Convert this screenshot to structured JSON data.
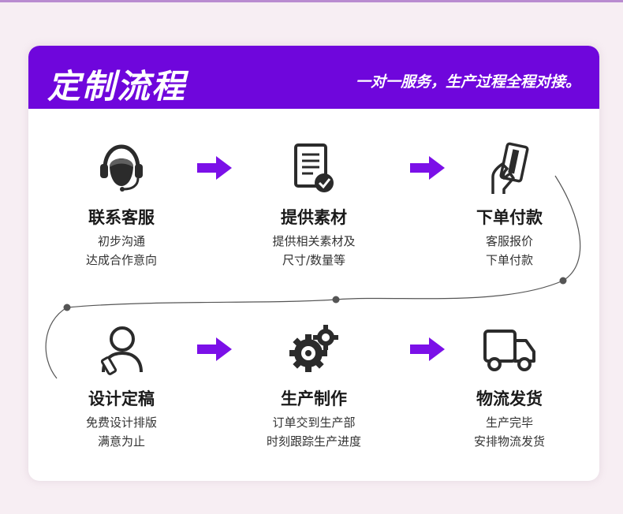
{
  "header": {
    "title": "定制流程",
    "subtitle": "一对一服务，生产过程全程对接。"
  },
  "colors": {
    "accent": "#6f06dc",
    "arrow": "#7b10e8",
    "background": "#f7eef3"
  },
  "steps": [
    {
      "icon": "headset-icon",
      "title": "联系客服",
      "lines": [
        "初步沟通",
        "达成合作意向"
      ]
    },
    {
      "icon": "document-check-icon",
      "title": "提供素材",
      "lines": [
        "提供相关素材及",
        "尺寸/数量等"
      ]
    },
    {
      "icon": "hand-card-icon",
      "title": "下单付款",
      "lines": [
        "客服报价",
        "下单付款"
      ]
    },
    {
      "icon": "designer-icon",
      "title": "设计定稿",
      "lines": [
        "免费设计排版",
        "满意为止"
      ]
    },
    {
      "icon": "gears-icon",
      "title": "生产制作",
      "lines": [
        "订单交到生产部",
        "时刻跟踪生产进度"
      ]
    },
    {
      "icon": "truck-icon",
      "title": "物流发货",
      "lines": [
        "生产完毕",
        "安排物流发货"
      ]
    }
  ]
}
